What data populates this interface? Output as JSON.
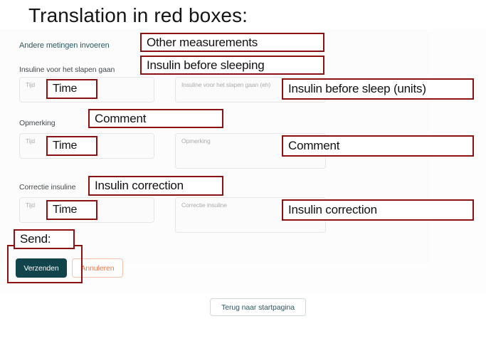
{
  "slide": {
    "title": "Translation in red boxes:"
  },
  "form": {
    "section_heading": "Andere metingen invoeren",
    "groups": [
      {
        "label": "Insuline voor het slapen gaan",
        "time_placeholder": "Tijd",
        "value_placeholder": "Insuline voor het slapen gaan (eh)"
      },
      {
        "label": "Opmerking",
        "time_placeholder": "Tijd",
        "value_placeholder": "Opmerking"
      },
      {
        "label": "Correctie insuline",
        "time_placeholder": "Tijd",
        "value_placeholder": "Correctie insuline"
      }
    ],
    "buttons": {
      "submit": "Verzenden",
      "cancel": "Annuleren",
      "home": "Terug naar startpagina"
    }
  },
  "annotations": {
    "section_heading": "Other measurements",
    "group1_label": "Insulin before sleeping",
    "group1_time": "Time",
    "group1_value": "Insulin before sleep (units)",
    "group2_label": "Comment",
    "group2_time": "Time",
    "group2_value": "Comment",
    "group3_label": "Insulin correction",
    "group3_time": "Time",
    "group3_value": "Insulin correction",
    "send_label": "Send:"
  },
  "colors": {
    "annotation_red": "#8c1111",
    "submit_teal": "#11444b",
    "cancel_orange": "#e8744a",
    "heading_teal": "#2b5a62"
  }
}
